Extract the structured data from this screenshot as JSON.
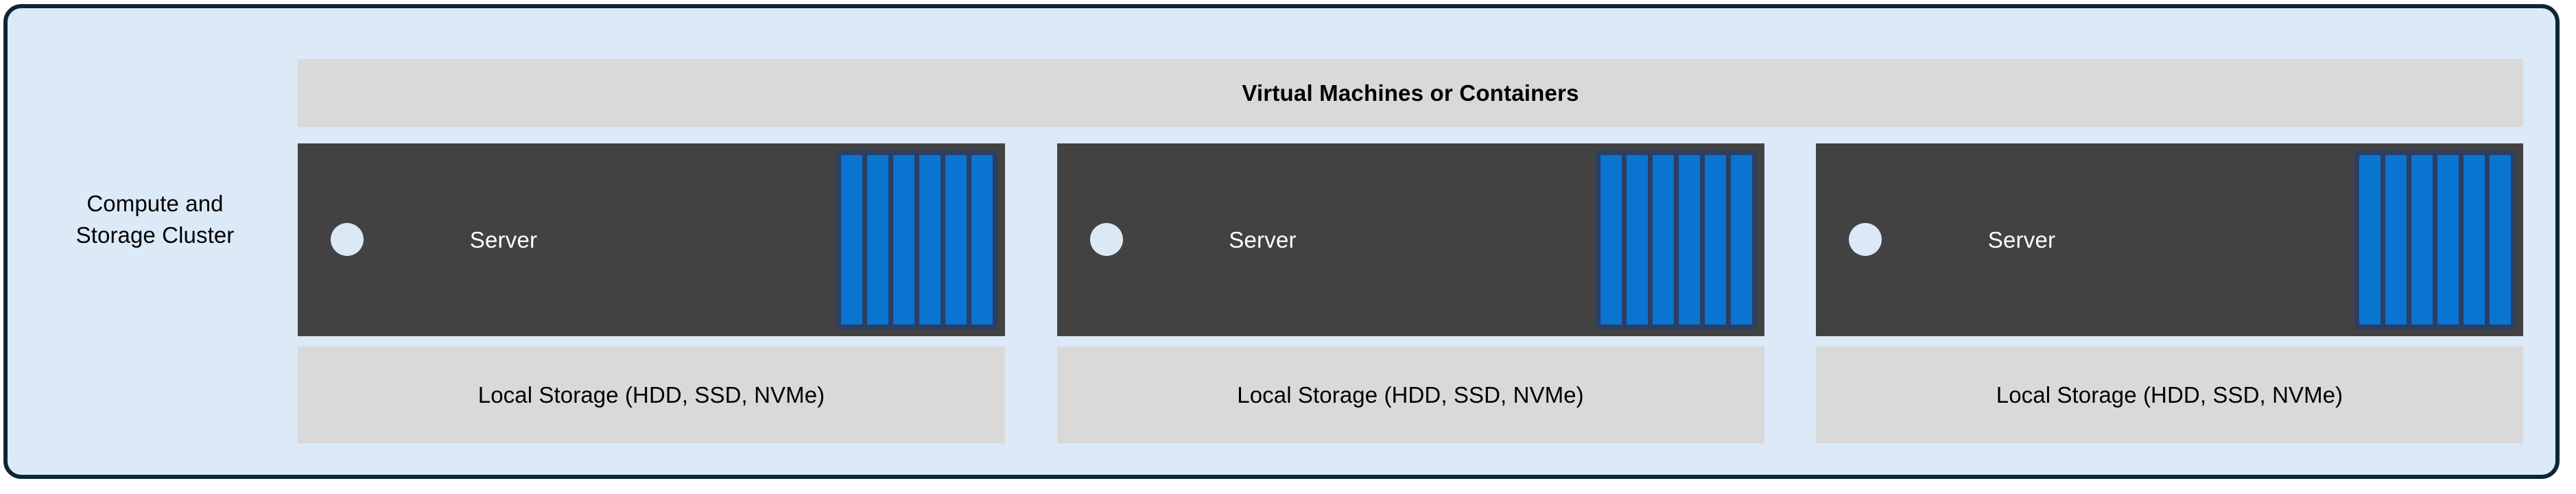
{
  "diagram": {
    "title": "Compute and Storage Cluster",
    "cluster_label": "Compute and\nStorage Cluster",
    "colors": {
      "cluster_border": "#0d2635",
      "cluster_background": "#dce9f7",
      "banner_background": "#d9d9d9",
      "server_chassis": "#424242",
      "server_led": "#dbe8f5",
      "drive_bay_border": "#2b3e63",
      "drive_fill": "#0a74d1",
      "storage_background": "#d9d9d9",
      "text_dark": "#000000",
      "text_light": "#ffffff"
    }
  },
  "banner": {
    "label": "Virtual Machines or Containers"
  },
  "nodes": [
    {
      "server_label": "Server",
      "led_name": "status-led",
      "drive_count": 6,
      "storage_label": "Local Storage (HDD, SSD, NVMe)"
    },
    {
      "server_label": "Server",
      "led_name": "status-led",
      "drive_count": 6,
      "storage_label": "Local Storage (HDD, SSD, NVMe)"
    },
    {
      "server_label": "Server",
      "led_name": "status-led",
      "drive_count": 6,
      "storage_label": "Local Storage (HDD, SSD, NVMe)"
    }
  ]
}
